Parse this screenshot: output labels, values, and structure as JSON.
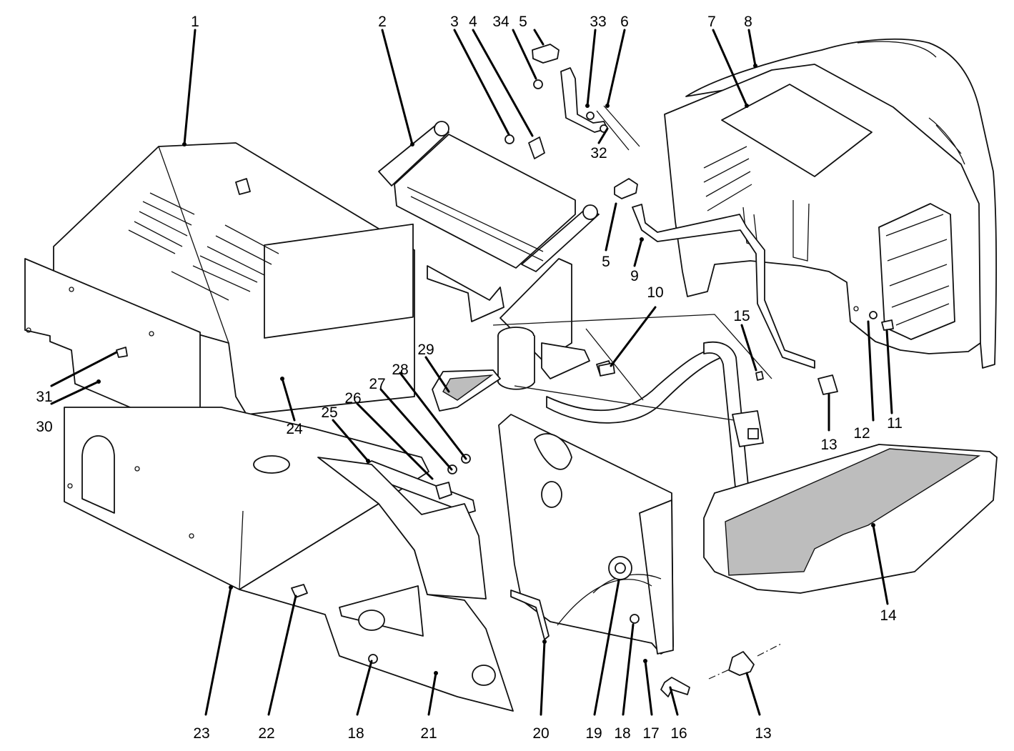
{
  "diagram": {
    "callouts": {
      "c1": "1",
      "c2": "2",
      "c3": "3",
      "c4": "4",
      "c34": "34",
      "c5a": "5",
      "c33": "33",
      "c6": "6",
      "c7": "7",
      "c8": "8",
      "c32": "32",
      "c5b": "5",
      "c9": "9",
      "c10": "10",
      "c15": "15",
      "c12": "12",
      "c11": "11",
      "c13a": "13",
      "c14": "14",
      "c29": "29",
      "c28": "28",
      "c27": "27",
      "c26": "26",
      "c25": "25",
      "c31": "31",
      "c30": "30",
      "c24": "24",
      "c23": "23",
      "c22": "22",
      "c18a": "18",
      "c21": "21",
      "c20": "20",
      "c19": "19",
      "c18b": "18",
      "c17": "17",
      "c16": "16",
      "c13b": "13"
    },
    "colors": {
      "ink": "#111111",
      "shading": "#bdbdbd",
      "background": "#ffffff"
    }
  }
}
